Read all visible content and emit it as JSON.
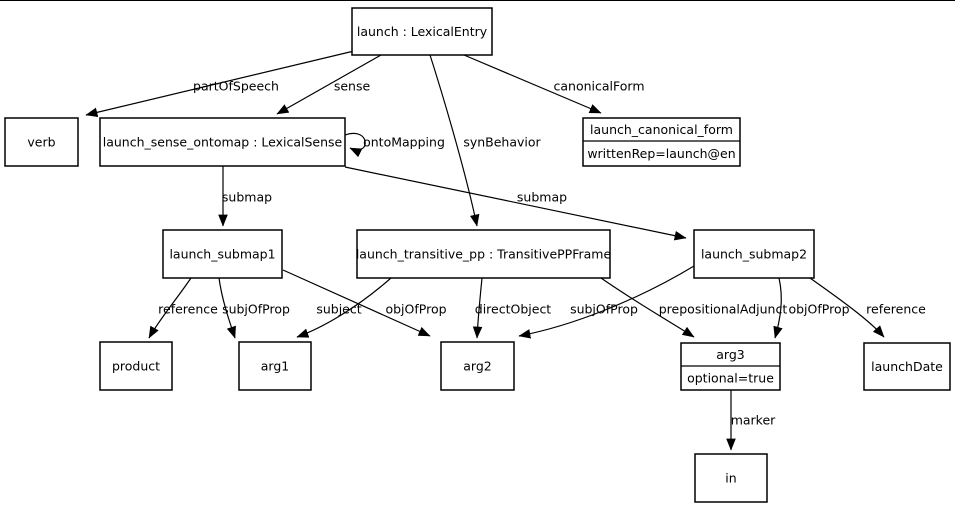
{
  "diagram": {
    "kind": "graph",
    "topic": "lexical entry graph for 'launch'"
  },
  "colors": {
    "background": "#ffffff",
    "node_fill": "#ffffff",
    "node_border": "#000000",
    "edge": "#000000",
    "text": "#000000"
  },
  "nodes": [
    {
      "id": "launch",
      "label": "launch : LexicalEntry"
    },
    {
      "id": "verb",
      "label": "verb"
    },
    {
      "id": "launch_sense_ontomap",
      "label": "launch_sense_ontomap : LexicalSense"
    },
    {
      "id": "launch_canonical_form",
      "label": "launch_canonical_form",
      "attr": "writtenRep=launch@en"
    },
    {
      "id": "launch_submap1",
      "label": "launch_submap1"
    },
    {
      "id": "launch_transitive_pp",
      "label": "launch_transitive_pp : TransitivePPFrame"
    },
    {
      "id": "launch_submap2",
      "label": "launch_submap2"
    },
    {
      "id": "product",
      "label": "product"
    },
    {
      "id": "arg1",
      "label": "arg1"
    },
    {
      "id": "arg2",
      "label": "arg2"
    },
    {
      "id": "arg3",
      "label": "arg3",
      "attr": "optional=true"
    },
    {
      "id": "launchDate",
      "label": "launchDate"
    },
    {
      "id": "in",
      "label": "in"
    }
  ],
  "edges": [
    {
      "from": "launch",
      "to": "verb",
      "label": "partOfSpeech"
    },
    {
      "from": "launch",
      "to": "launch_sense_ontomap",
      "label": "sense"
    },
    {
      "from": "launch",
      "to": "launch_transitive_pp",
      "label": "synBehavior"
    },
    {
      "from": "launch",
      "to": "launch_canonical_form",
      "label": "canonicalForm"
    },
    {
      "from": "launch_sense_ontomap",
      "to": "launch_sense_ontomap",
      "label": "ontoMapping"
    },
    {
      "from": "launch_sense_ontomap",
      "to": "launch_submap1",
      "label": "submap"
    },
    {
      "from": "launch_sense_ontomap",
      "to": "launch_submap2",
      "label": "submap"
    },
    {
      "from": "launch_submap1",
      "to": "product",
      "label": "reference"
    },
    {
      "from": "launch_submap1",
      "to": "arg1",
      "label": "subjOfProp"
    },
    {
      "from": "launch_submap1",
      "to": "arg2",
      "label": "objOfProp"
    },
    {
      "from": "launch_transitive_pp",
      "to": "arg1",
      "label": "subject"
    },
    {
      "from": "launch_transitive_pp",
      "to": "arg2",
      "label": "directObject"
    },
    {
      "from": "launch_transitive_pp",
      "to": "arg3",
      "label": "prepositionalAdjunct"
    },
    {
      "from": "launch_submap2",
      "to": "arg2",
      "label": "subjOfProp"
    },
    {
      "from": "launch_submap2",
      "to": "arg3",
      "label": "objOfProp"
    },
    {
      "from": "launch_submap2",
      "to": "launchDate",
      "label": "reference"
    },
    {
      "from": "arg3",
      "to": "in",
      "label": "marker"
    }
  ]
}
